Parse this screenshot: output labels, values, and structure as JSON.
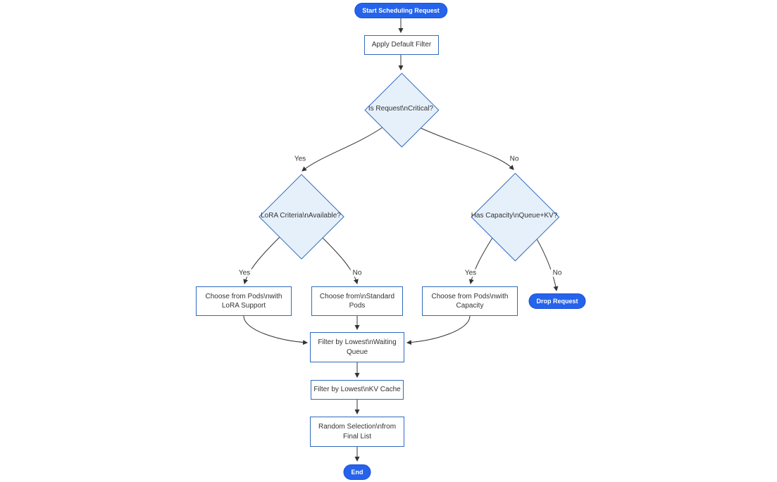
{
  "diagram": {
    "type": "flowchart",
    "nodes": {
      "start": {
        "label": "Start Scheduling Request",
        "shape": "stadium"
      },
      "apply_filter": {
        "label": "Apply Default Filter",
        "shape": "rect"
      },
      "is_critical": {
        "label": "Is Request\\nCritical?",
        "shape": "diamond"
      },
      "lora_criteria": {
        "label": "LoRA Criteria\\nAvailable?",
        "shape": "diamond"
      },
      "has_capacity": {
        "label": "Has Capacity\\nQueue+KV?",
        "shape": "diamond"
      },
      "choose_lora": {
        "label": "Choose from Pods\\nwith LoRA Support",
        "shape": "rect"
      },
      "choose_standard": {
        "label": "Choose from\\nStandard Pods",
        "shape": "rect"
      },
      "choose_capacity": {
        "label": "Choose from Pods\\nwith Capacity",
        "shape": "rect"
      },
      "drop_request": {
        "label": "Drop Request",
        "shape": "stadium"
      },
      "filter_waiting": {
        "label": "Filter by Lowest\\nWaiting Queue",
        "shape": "rect"
      },
      "filter_kv": {
        "label": "Filter by Lowest\\nKV Cache",
        "shape": "rect"
      },
      "random_selection": {
        "label": "Random Selection\\nfrom Final List",
        "shape": "rect"
      },
      "end": {
        "label": "End",
        "shape": "stadium"
      }
    },
    "edges": [
      {
        "from": "start",
        "to": "apply_filter",
        "label": ""
      },
      {
        "from": "apply_filter",
        "to": "is_critical",
        "label": ""
      },
      {
        "from": "is_critical",
        "to": "lora_criteria",
        "label": "Yes"
      },
      {
        "from": "is_critical",
        "to": "has_capacity",
        "label": "No"
      },
      {
        "from": "lora_criteria",
        "to": "choose_lora",
        "label": "Yes"
      },
      {
        "from": "lora_criteria",
        "to": "choose_standard",
        "label": "No"
      },
      {
        "from": "has_capacity",
        "to": "choose_capacity",
        "label": "Yes"
      },
      {
        "from": "has_capacity",
        "to": "drop_request",
        "label": "No"
      },
      {
        "from": "choose_lora",
        "to": "filter_waiting",
        "label": ""
      },
      {
        "from": "choose_standard",
        "to": "filter_waiting",
        "label": ""
      },
      {
        "from": "choose_capacity",
        "to": "filter_waiting",
        "label": ""
      },
      {
        "from": "filter_waiting",
        "to": "filter_kv",
        "label": ""
      },
      {
        "from": "filter_kv",
        "to": "random_selection",
        "label": ""
      },
      {
        "from": "random_selection",
        "to": "end",
        "label": ""
      }
    ],
    "colors": {
      "terminal_fill": "#2563eb",
      "terminal_border": "#1d4ed8",
      "terminal_text": "#ffffff",
      "node_border": "#2f6bbf",
      "decision_fill": "#e6f0fb",
      "process_fill": "#ffffff",
      "edge_color": "#333333",
      "text_color": "#333333",
      "background": "#ffffff"
    }
  }
}
